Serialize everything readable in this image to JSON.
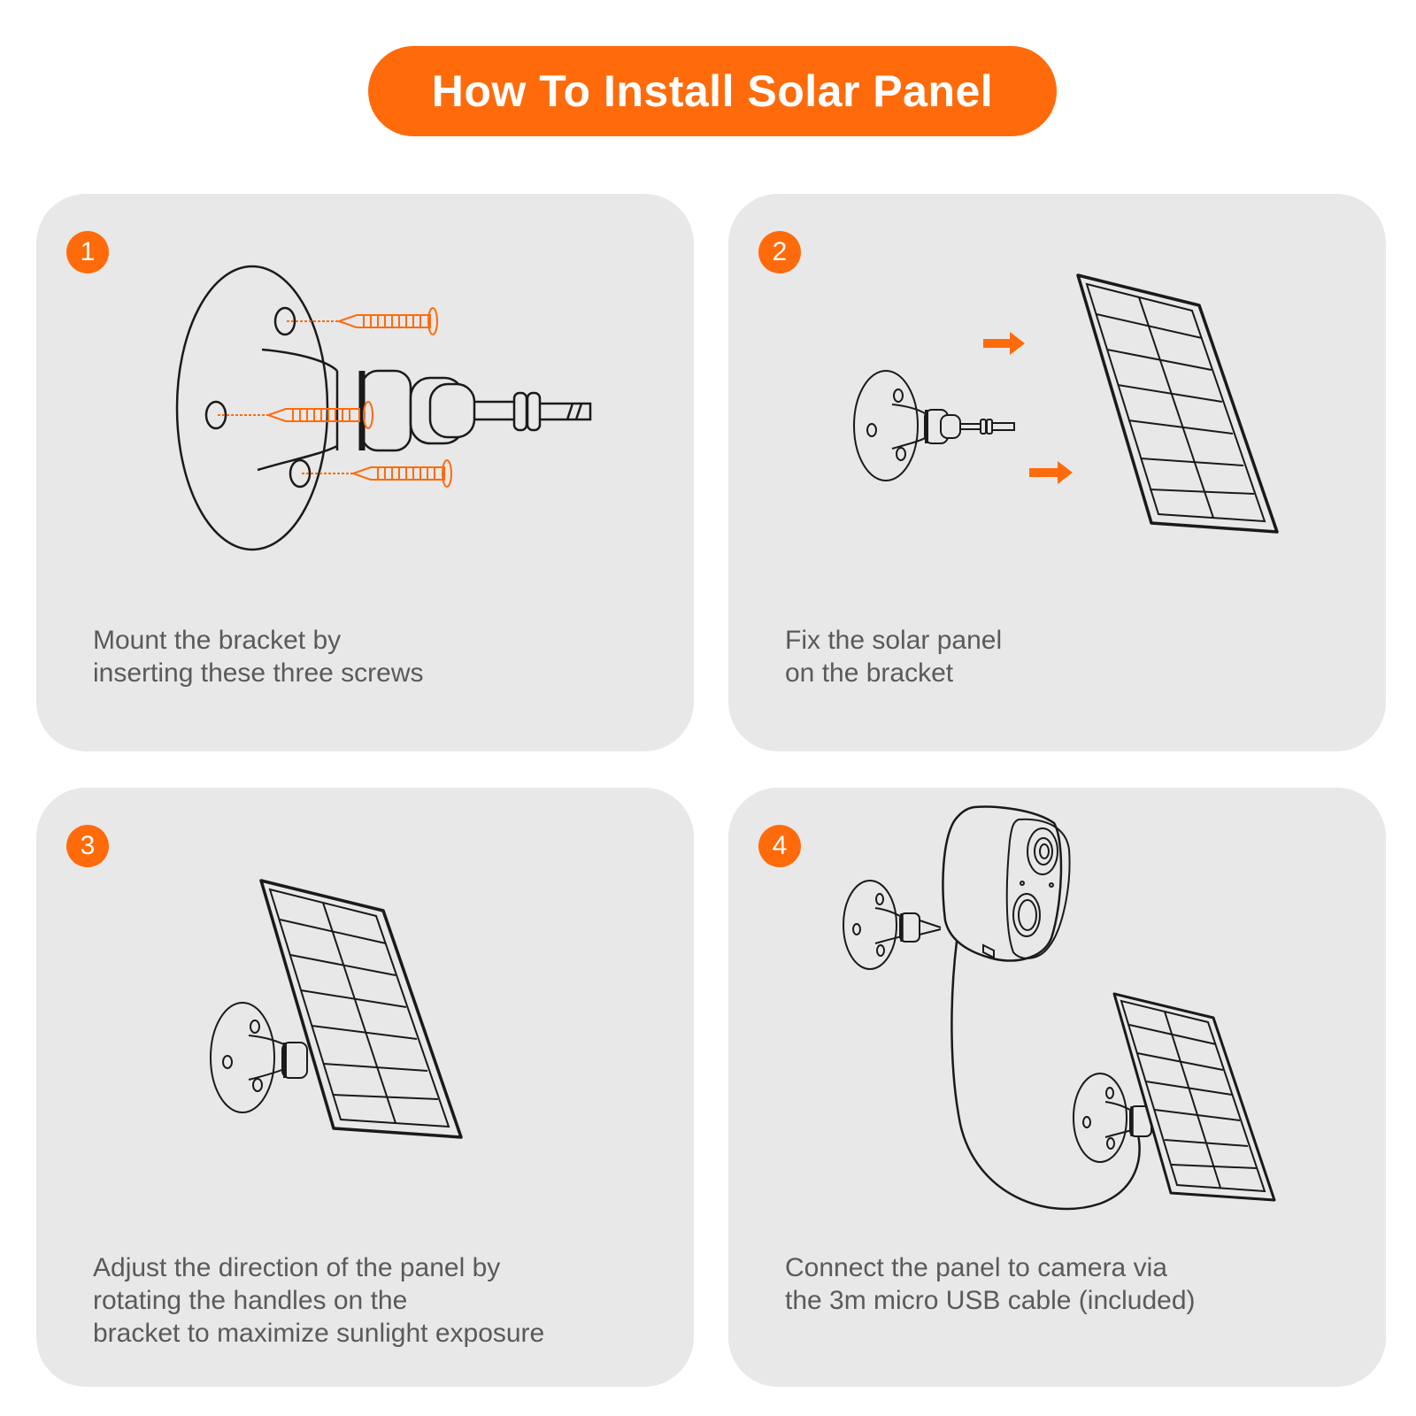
{
  "header": {
    "title": "How To Install Solar Panel"
  },
  "colors": {
    "accent": "#ff6b0b",
    "card_bg": "#e8e8e8",
    "caption_text": "#5a5a5a",
    "line": "#1a1a1a"
  },
  "steps": [
    {
      "number": "1",
      "caption_lines": [
        "Mount the bracket by",
        "inserting these three screws"
      ],
      "icons": [
        "wall-bracket-icon",
        "screw-icon"
      ]
    },
    {
      "number": "2",
      "caption_lines": [
        "Fix the solar panel",
        "on the bracket"
      ],
      "icons": [
        "wall-bracket-icon",
        "solar-panel-icon",
        "arrow-right-icon"
      ]
    },
    {
      "number": "3",
      "caption_lines": [
        "Adjust the direction of the panel by",
        "rotating the handles on the",
        "bracket to maximize sunlight exposure"
      ],
      "icons": [
        "wall-bracket-icon",
        "solar-panel-icon"
      ]
    },
    {
      "number": "4",
      "caption_lines": [
        "Connect the panel to camera via",
        "the 3m micro USB cable (included)"
      ],
      "icons": [
        "security-camera-icon",
        "wall-bracket-icon",
        "solar-panel-icon",
        "usb-cable-icon"
      ]
    }
  ]
}
